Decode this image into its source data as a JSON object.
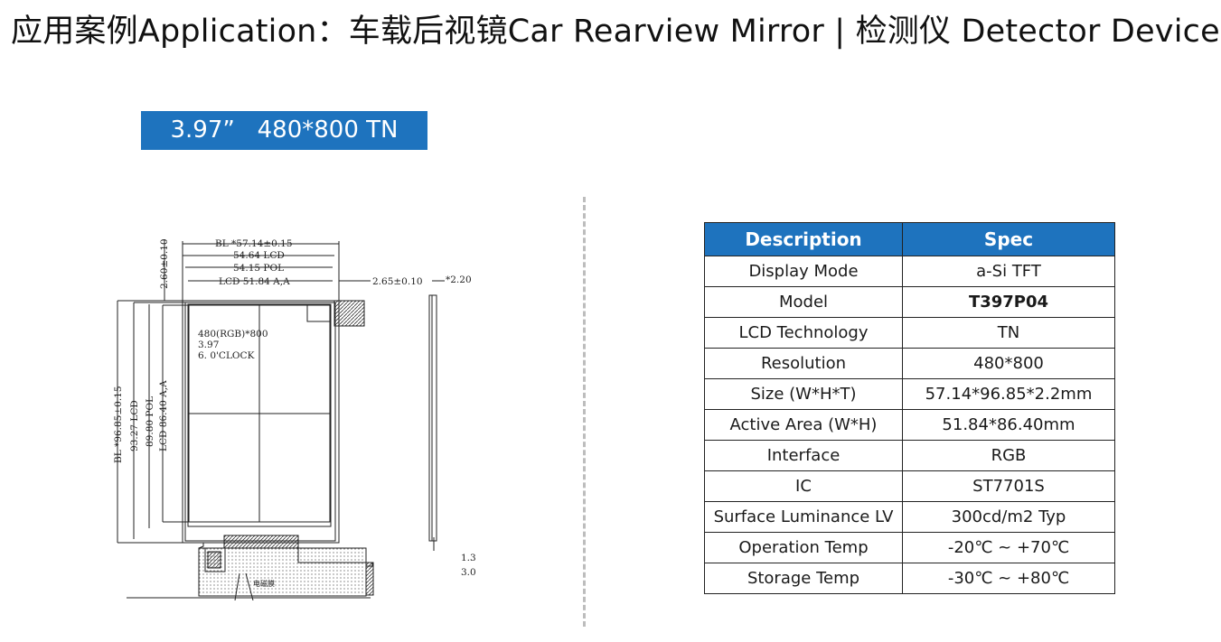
{
  "title": "应用案例Application：车载后视镜Car Rearview Mirror | 检测仪 Detector Device",
  "badge": "3.97”   480*800 TN",
  "drawing": {
    "dim_bl_width": "BL *57.14±0.15",
    "dim_lcd_width": "54.64 LCD",
    "dim_pol_width": "54.15 POL",
    "dim_aa_width": "LCD 51.84  A,A",
    "dim_offset": "2.65±0.10",
    "dim_thickness": "*2.20",
    "dim_top": "2.60±0.10",
    "dim_bl_height": "BL *96.85±0.15",
    "dim_lcd_height": "93.27 LCD",
    "dim_pol_height": "89.80 POL",
    "dim_aa_height": "LCD 86.40  A,A",
    "note_res": "480(RGB)*800",
    "note_size": "3.97",
    "note_view": "6. 0'CLOCK",
    "fpc_label": "电磁膜",
    "side_1": "1.3",
    "side_2": "3.0"
  },
  "table": {
    "headers": [
      "Description",
      "Spec"
    ],
    "rows": [
      {
        "label": "Display Mode",
        "value": "a-Si TFT"
      },
      {
        "label": "Model",
        "value": "T397P04"
      },
      {
        "label": "LCD Technology",
        "value": "TN"
      },
      {
        "label": "Resolution",
        "value": "480*800"
      },
      {
        "label": "Size (W*H*T)",
        "value": "57.14*96.85*2.2mm"
      },
      {
        "label": "Active Area (W*H)",
        "value": "51.84*86.40mm"
      },
      {
        "label": "Interface",
        "value": "RGB"
      },
      {
        "label": "IC",
        "value": "ST7701S"
      },
      {
        "label": "Surface Luminance LV",
        "value": "300cd/m2 Typ"
      },
      {
        "label": "Operation Temp",
        "value": "-20℃ ~ +70℃"
      },
      {
        "label": "Storage Temp",
        "value": "-30℃ ~ +80℃"
      }
    ]
  }
}
